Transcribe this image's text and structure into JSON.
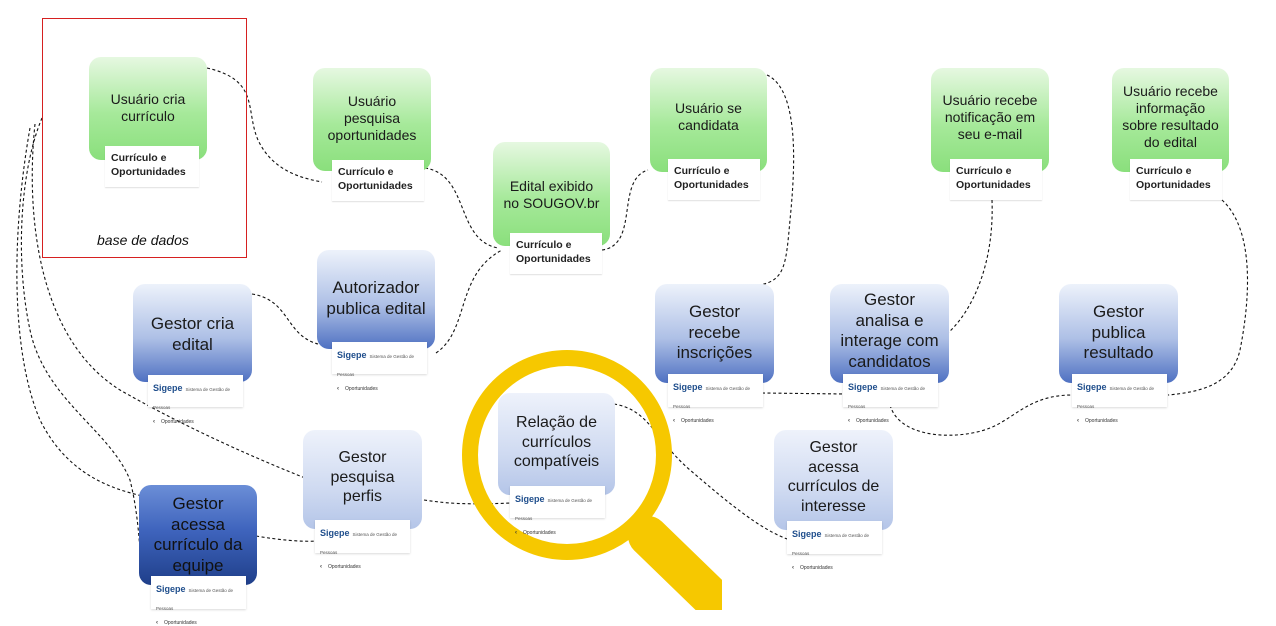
{
  "card_text": "Currículo e\nOportunidades",
  "card_top": "Currículo e",
  "card_bottom": "Oportunidades",
  "sigepe_brand": "Sigepe",
  "sigepe_sub": "Sistema de Gestão de Pessoas",
  "sigepe_row": "Oportunidades",
  "database_label": "base de dados",
  "green_nodes": [
    {
      "id": "user-creates-cv",
      "lines": [
        "Usuário cria",
        "currículo"
      ]
    },
    {
      "id": "user-searches",
      "lines": [
        "Usuário",
        "pesquisa",
        "oportunidades"
      ]
    },
    {
      "id": "notice-shown",
      "lines": [
        "Edital exibido",
        "no SOUGOV.br"
      ]
    },
    {
      "id": "user-applies",
      "lines": [
        "Usuário se",
        "candidata"
      ]
    },
    {
      "id": "user-notified",
      "lines": [
        "Usuário recebe",
        "notificação em",
        "seu e-mail"
      ]
    },
    {
      "id": "user-result-info",
      "lines": [
        "Usuário recebe",
        "informação",
        "sobre resultado",
        "do edital"
      ]
    }
  ],
  "blue_nodes": [
    {
      "id": "manager-creates",
      "lines": [
        "Gestor cria",
        "edital"
      ]
    },
    {
      "id": "authorizer-publishes",
      "lines": [
        "Autorizador",
        "publica edital"
      ]
    },
    {
      "id": "manager-receives",
      "lines": [
        "Gestor",
        "recebe",
        "inscrições"
      ]
    },
    {
      "id": "manager-analyzes",
      "lines": [
        "Gestor",
        "analisa e",
        "interage com",
        "candidatos"
      ]
    },
    {
      "id": "manager-publishes",
      "lines": [
        "Gestor",
        "publica",
        "resultado"
      ]
    },
    {
      "id": "compatible-list",
      "lines": [
        "Relação de",
        "currículos",
        "compatíveis"
      ]
    },
    {
      "id": "manager-accesses-interest",
      "lines": [
        "Gestor",
        "acessa",
        "currículos de",
        "interesse"
      ]
    },
    {
      "id": "manager-searches-profiles",
      "lines": [
        "Gestor",
        "pesquisa",
        "perfis"
      ]
    },
    {
      "id": "manager-team-cv",
      "lines": [
        "Gestor",
        "acessa",
        "currículo da",
        "equipe"
      ]
    }
  ],
  "colors": {
    "green_box": "#9be68d",
    "blue_box": "#4f71c2",
    "database_border": "#d62020",
    "magnifier": "#f6c800",
    "brand": "#1f4e8c"
  }
}
